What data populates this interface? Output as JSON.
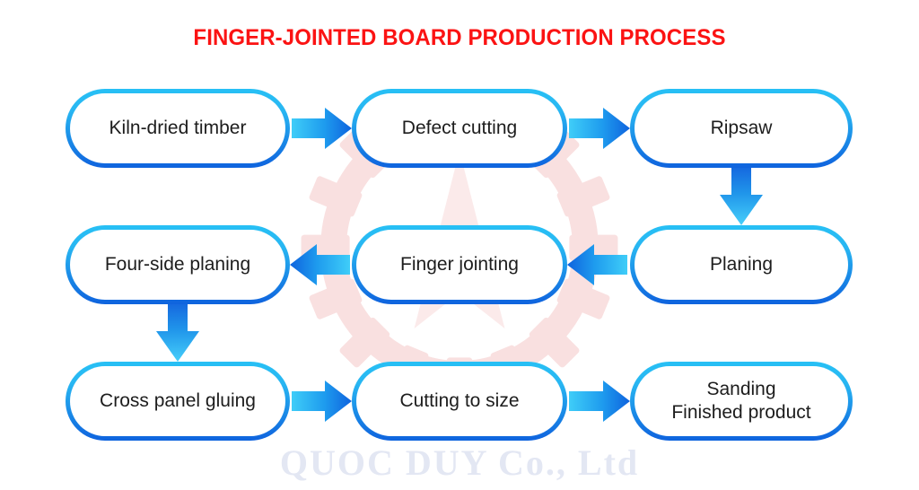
{
  "title": "FINGER-JOINTED BOARD PRODUCTION PROCESS",
  "colors": {
    "title_red": "#fb1313",
    "node_border_top": "#27c0f5",
    "node_border_bottom": "#0f63de",
    "arrow_light": "#36c8f7",
    "arrow_dark": "#0f63de",
    "node_fill": "#ffffff",
    "watermark_text": "#e3e7f3",
    "watermark_gear": "#f7dcdc",
    "background": "#ffffff",
    "node_text": "#1d1d1d"
  },
  "watermarks": {
    "company": "QUOC DUY Co., Ltd",
    "gear": "gear-logo-watermark"
  },
  "rows": [
    {
      "direction": "left-to-right",
      "nodes": [
        {
          "id": "kiln-dried-timber",
          "label": "Kiln-dried timber"
        },
        {
          "id": "defect-cutting",
          "label": "Defect cutting"
        },
        {
          "id": "ripsaw",
          "label": "Ripsaw"
        }
      ]
    },
    {
      "direction": "right-to-left",
      "nodes": [
        {
          "id": "four-side-planing",
          "label": "Four-side planing"
        },
        {
          "id": "finger-jointing",
          "label": "Finger jointing"
        },
        {
          "id": "planing",
          "label": "Planing"
        }
      ]
    },
    {
      "direction": "left-to-right",
      "nodes": [
        {
          "id": "cross-panel-gluing",
          "label": "Cross panel gluing"
        },
        {
          "id": "cutting-to-size",
          "label": "Cutting to size"
        },
        {
          "id": "sanding",
          "label": "Sanding\nFinished product"
        }
      ]
    }
  ],
  "connectors": [
    {
      "id": "arrow-kiln-to-defect",
      "from": "kiln-dried-timber",
      "to": "defect-cutting",
      "direction": "right"
    },
    {
      "id": "arrow-defect-to-ripsaw",
      "from": "defect-cutting",
      "to": "ripsaw",
      "direction": "right"
    },
    {
      "id": "arrow-ripsaw-to-planing",
      "from": "ripsaw",
      "to": "planing",
      "direction": "down"
    },
    {
      "id": "arrow-planing-to-finger",
      "from": "planing",
      "to": "finger-jointing",
      "direction": "left"
    },
    {
      "id": "arrow-finger-to-fourside",
      "from": "finger-jointing",
      "to": "four-side-planing",
      "direction": "left"
    },
    {
      "id": "arrow-fourside-to-cross",
      "from": "four-side-planing",
      "to": "cross-panel-gluing",
      "direction": "down"
    },
    {
      "id": "arrow-cross-to-cutting",
      "from": "cross-panel-gluing",
      "to": "cutting-to-size",
      "direction": "right"
    },
    {
      "id": "arrow-cutting-to-sanding",
      "from": "cutting-to-size",
      "to": "sanding",
      "direction": "right"
    }
  ]
}
